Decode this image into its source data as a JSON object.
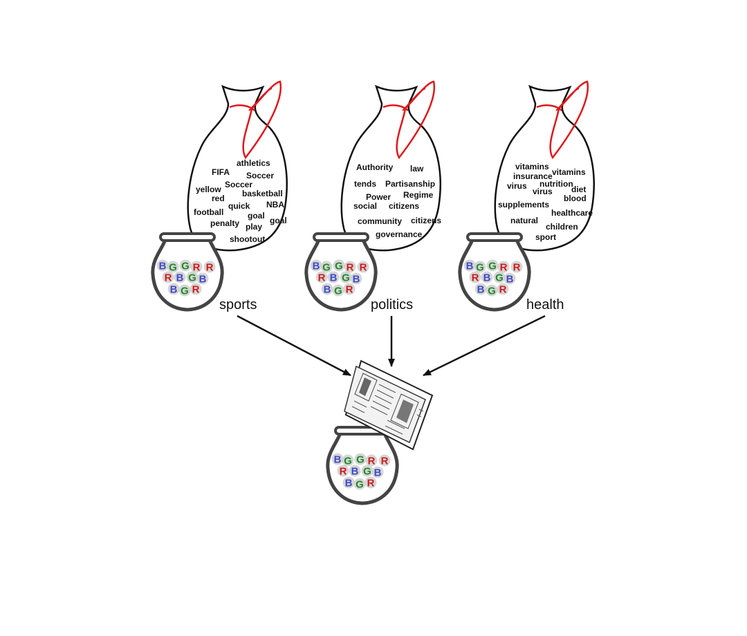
{
  "colors": {
    "tie": "#e0161b",
    "ink": "#111111",
    "pot": "#444444",
    "B": "#3f4bc9",
    "G": "#1f8a2a",
    "R": "#d01c1c",
    "ball": "#cfcfcf"
  },
  "topics": [
    {
      "label": "sports",
      "words": [
        "athletics",
        "FIFA",
        "Soccer",
        "Soccer",
        "yellow",
        "basketball",
        "red",
        "quick",
        "NBA",
        "football",
        "goal",
        "goal",
        "penalty",
        "play",
        "shootout"
      ]
    },
    {
      "label": "politics",
      "words": [
        "Authority",
        "law",
        "tends",
        "Partisanship",
        "Power",
        "Regime",
        "social",
        "citizens",
        "community",
        "citizens",
        "governance"
      ]
    },
    {
      "label": "health",
      "words": [
        "vitamins",
        "vitamins",
        "insurance",
        "nutrition",
        "virus",
        "virus",
        "diet",
        "blood",
        "supplements",
        "healthcare",
        "natural",
        "children",
        "sport"
      ]
    }
  ],
  "pot_balls": [
    [
      "B",
      "G",
      "G",
      "R",
      "R"
    ],
    [
      "R",
      "B",
      "G",
      "B"
    ],
    [
      "B",
      "G",
      "R"
    ]
  ],
  "icons": {
    "bag": "bag-icon",
    "pot": "pot-icon",
    "newspaper": "newspaper-icon",
    "arrow": "arrow-icon"
  }
}
